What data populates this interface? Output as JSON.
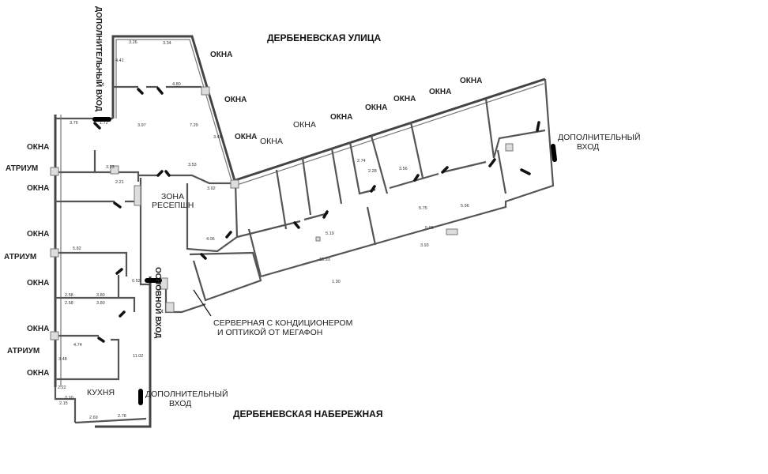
{
  "streets": {
    "top": "ДЕРБЕНЕВСКАЯ УЛИЦА",
    "bottom": "ДЕРБЕНЕВСКАЯ НАБЕРЕЖНАЯ"
  },
  "labels": {
    "windows": "ОКНА",
    "atrium": "АТРИУМ",
    "extra_entrance_vertical": "ДОПОЛНИТЕЛЬНЫЙ ВХОД",
    "extra_entrance_line1": "ДОПОЛНИТЕЛЬНЫЙ",
    "extra_entrance_line2": "ВХОД",
    "reception_line1": "ЗОНА",
    "reception_line2": "РЕСЕПШН",
    "main_entrance": "ОСНОВНОЙ ВХОД",
    "server_line1": "СЕРВЕРНАЯ С КОНДИЦИОНЕРОМ",
    "server_line2": "И ОПТИКОЙ ОТ МЕГАФОН",
    "kitchen": "КУХНЯ"
  },
  "dimensions": [
    "3.26",
    "3.34",
    "4.41",
    "4.80",
    "3.76",
    "1.72",
    "3.97",
    "7.29",
    "3.23",
    "2.21",
    "3.53",
    "3.92",
    "5.82",
    "2.58",
    "3.80",
    "2.58",
    "3.80",
    "4.74",
    "3.48",
    "2.22",
    "2.10",
    "2.15",
    "2.69",
    "2.78",
    "11.02",
    "0.52",
    "4.06",
    "5.19",
    "15.93",
    "5.98",
    "3.56",
    "2.28",
    "2.74",
    "5.75",
    "5.96",
    "3.93",
    "1.30",
    "3.46"
  ]
}
